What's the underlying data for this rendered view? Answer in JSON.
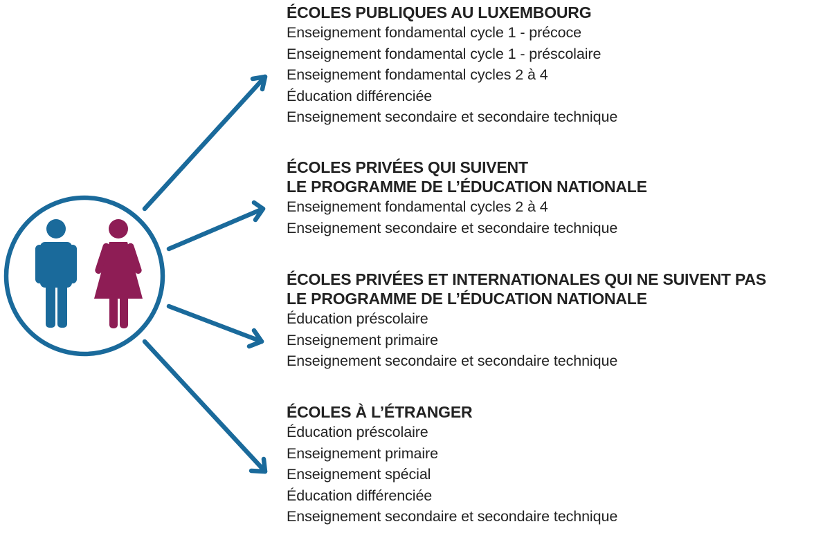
{
  "colors": {
    "blue": "#1a6a9b",
    "magenta": "#8e1d55",
    "text": "#222222"
  },
  "icons": {
    "male": "male-person-icon",
    "female": "female-person-icon"
  },
  "groups": [
    {
      "title": "ÉCOLES PUBLIQUES AU LUXEMBOURG",
      "items": [
        "Enseignement fondamental cycle 1 - précoce",
        "Enseignement fondamental cycle 1 - préscolaire",
        "Enseignement fondamental cycles 2 à 4",
        "Éducation différenciée",
        "Enseignement secondaire et secondaire technique"
      ]
    },
    {
      "title": "ÉCOLES PRIVÉES QUI SUIVENT\nLE PROGRAMME DE L’ÉDUCATION NATIONALE",
      "items": [
        "Enseignement fondamental cycles 2 à 4",
        "Enseignement secondaire et secondaire technique"
      ]
    },
    {
      "title": "ÉCOLES PRIVÉES ET INTERNATIONALES QUI NE SUIVENT PAS\nLE PROGRAMME DE L’ÉDUCATION NATIONALE",
      "items": [
        "Éducation préscolaire",
        "Enseignement primaire",
        "Enseignement secondaire et secondaire technique"
      ]
    },
    {
      "title": "ÉCOLES À L’ÉTRANGER",
      "items": [
        "Éducation préscolaire",
        "Enseignement primaire",
        "Enseignement spécial",
        "Éducation différenciée",
        "Enseignement secondaire et secondaire technique"
      ]
    }
  ]
}
